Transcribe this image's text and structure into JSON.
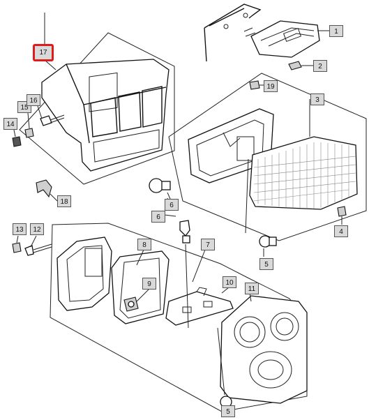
{
  "diagram": {
    "selected_callout": "17",
    "callouts": [
      {
        "id": "c1",
        "text": "1"
      },
      {
        "id": "c2",
        "text": "2"
      },
      {
        "id": "c3",
        "text": "3"
      },
      {
        "id": "c4",
        "text": "4"
      },
      {
        "id": "c5a",
        "text": "5"
      },
      {
        "id": "c5b",
        "text": "5"
      },
      {
        "id": "c6a",
        "text": "6"
      },
      {
        "id": "c6b",
        "text": "6"
      },
      {
        "id": "c7",
        "text": "7"
      },
      {
        "id": "c8",
        "text": "8"
      },
      {
        "id": "c9",
        "text": "9"
      },
      {
        "id": "c10",
        "text": "10"
      },
      {
        "id": "c11",
        "text": "11"
      },
      {
        "id": "c12",
        "text": "12"
      },
      {
        "id": "c13",
        "text": "13"
      },
      {
        "id": "c14",
        "text": "14"
      },
      {
        "id": "c15",
        "text": "15"
      },
      {
        "id": "c16",
        "text": "16"
      },
      {
        "id": "c17",
        "text": "17"
      },
      {
        "id": "c18",
        "text": "18"
      },
      {
        "id": "c19",
        "text": "19"
      }
    ],
    "colors": {
      "highlight": "#e01b1b",
      "label_bg": "#d9d9d9",
      "line": "#222222"
    }
  }
}
